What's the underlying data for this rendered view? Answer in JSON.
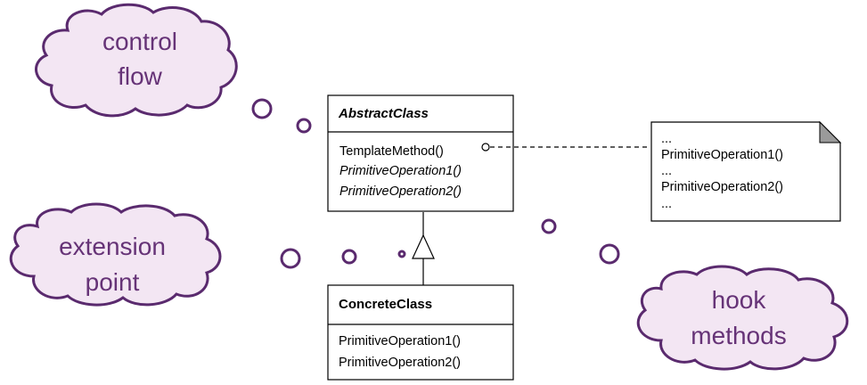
{
  "colors": {
    "cloud_fill": "#f3e6f3",
    "cloud_stroke": "#5a2a6e",
    "cloud_text": "#663377",
    "uml_stroke": "#000000"
  },
  "clouds": {
    "control_flow": {
      "line1": "control",
      "line2": "flow"
    },
    "extension_point": {
      "line1": "extension",
      "line2": "point"
    },
    "hook_methods": {
      "line1": "hook",
      "line2": "methods"
    }
  },
  "abstract_class": {
    "name": "AbstractClass",
    "operations": [
      "TemplateMethod()",
      "PrimitiveOperation1()",
      "PrimitiveOperation2()"
    ]
  },
  "concrete_class": {
    "name": "ConcreteClass",
    "operations": [
      "PrimitiveOperation1()",
      "PrimitiveOperation2()"
    ]
  },
  "note": {
    "lines": [
      "...",
      "PrimitiveOperation1()",
      "...",
      "PrimitiveOperation2()",
      "..."
    ]
  }
}
